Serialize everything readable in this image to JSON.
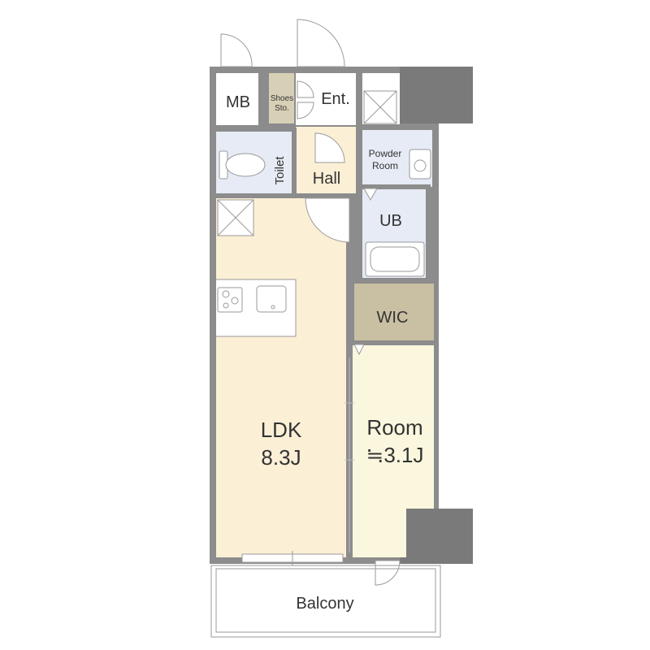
{
  "colors": {
    "wall": "#8c8c8c",
    "wall_dark": "#7a7a7a",
    "ldk_floor": "#fbefd6",
    "room_floor": "#fbf7de",
    "wet_floor": "#e6ebf5",
    "storage_floor": "#d8d0b6",
    "wic_floor": "#c9bfa3",
    "white": "#ffffff",
    "line": "#9a9a9a"
  },
  "rooms": {
    "mb": {
      "label": "MB"
    },
    "shoes": {
      "line1": "Shoes",
      "line2": "Sto."
    },
    "entrance": {
      "label": "Ent."
    },
    "toilet": {
      "label": "Toilet"
    },
    "hall": {
      "label": "Hall"
    },
    "powder": {
      "line1": "Powder",
      "line2": "Room"
    },
    "ub": {
      "label": "UB"
    },
    "wic": {
      "label": "WIC"
    },
    "ldk": {
      "line1": "LDK",
      "line2": "8.3J"
    },
    "room": {
      "line1": "Room",
      "line2": "≒3.1J"
    },
    "balcony": {
      "label": "Balcony"
    }
  }
}
